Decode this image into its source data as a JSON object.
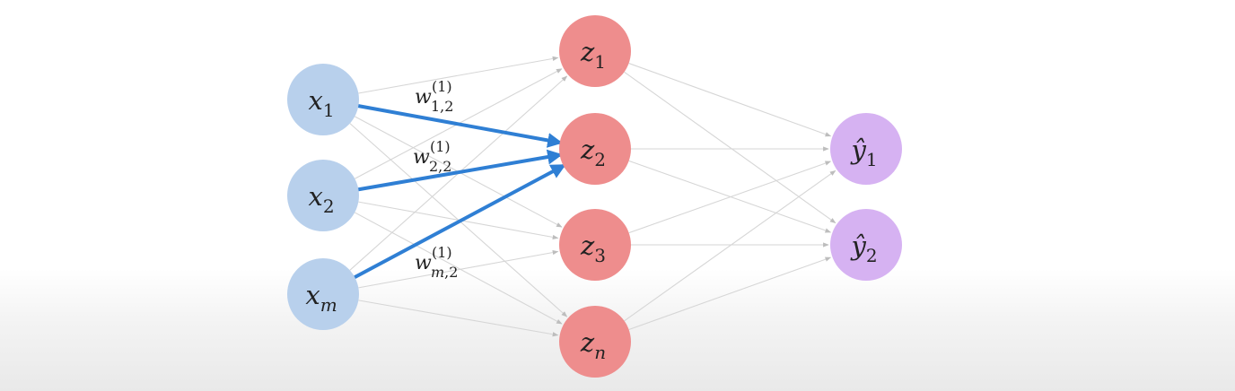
{
  "colors": {
    "input_node": "#b8d0ec",
    "hidden_node": "#ee8d8d",
    "output_node": "#d6b2f2",
    "faint_edge": "#d6d6d6",
    "highlight_edge": "#2f7fd4",
    "text": "#222222"
  },
  "layers": {
    "input": [
      {
        "main": "x",
        "sub": "1",
        "hat": false
      },
      {
        "main": "x",
        "sub": "2",
        "hat": false
      },
      {
        "main": "x",
        "sub": "m",
        "hat": false
      }
    ],
    "hidden": [
      {
        "main": "z",
        "sub": "1",
        "hat": false
      },
      {
        "main": "z",
        "sub": "2",
        "hat": false
      },
      {
        "main": "z",
        "sub": "3",
        "hat": false
      },
      {
        "main": "z",
        "sub": "n",
        "hat": false
      }
    ],
    "output": [
      {
        "main": "ŷ",
        "sub": "1",
        "hat": true
      },
      {
        "main": "ŷ",
        "sub": "2",
        "hat": true
      }
    ]
  },
  "highlight": {
    "target_hidden_index": 1,
    "weights": [
      {
        "main": "w",
        "sup": "(1)",
        "sub": "1,2"
      },
      {
        "main": "w",
        "sup": "(1)",
        "sub": "2,2"
      },
      {
        "main": "w",
        "sup": "(1)",
        "sub": "m,2"
      }
    ]
  }
}
